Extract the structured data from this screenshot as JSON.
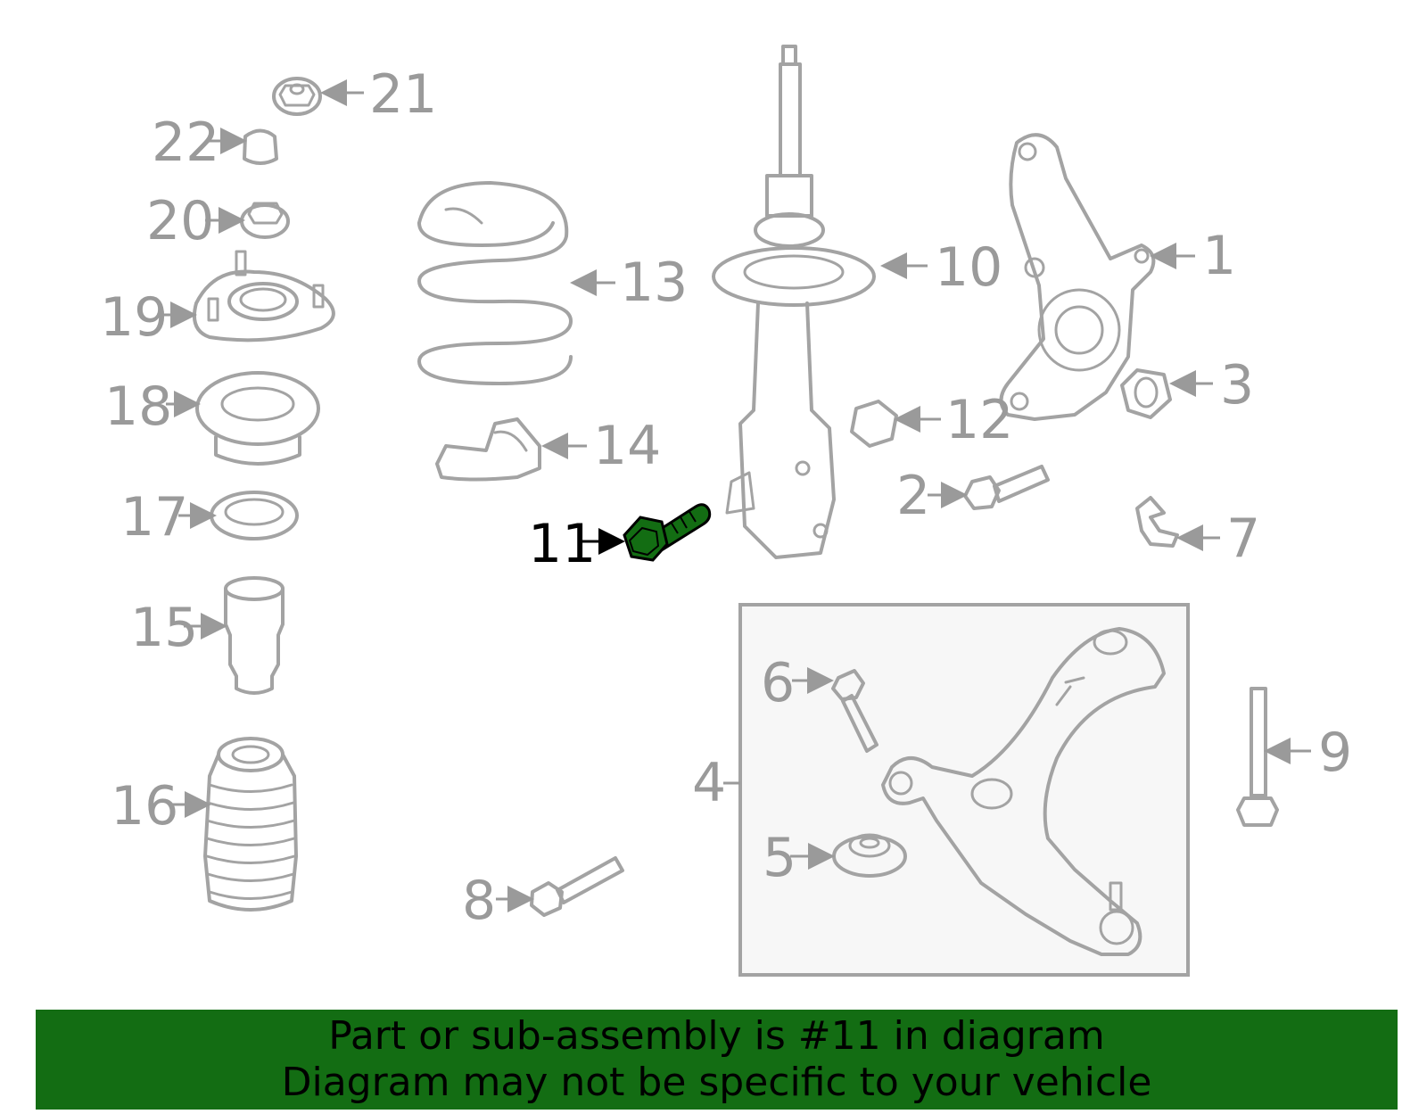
{
  "highlight_color": "#136d13",
  "selected_part": "11",
  "callouts": [
    "1",
    "2",
    "3",
    "4",
    "5",
    "6",
    "7",
    "8",
    "9",
    "10",
    "11",
    "12",
    "13",
    "14",
    "15",
    "16",
    "17",
    "18",
    "19",
    "20",
    "21",
    "22"
  ],
  "banner": {
    "line1": "Part or sub-assembly is #11 in diagram",
    "line2": "Diagram may not be specific to your vehicle"
  }
}
